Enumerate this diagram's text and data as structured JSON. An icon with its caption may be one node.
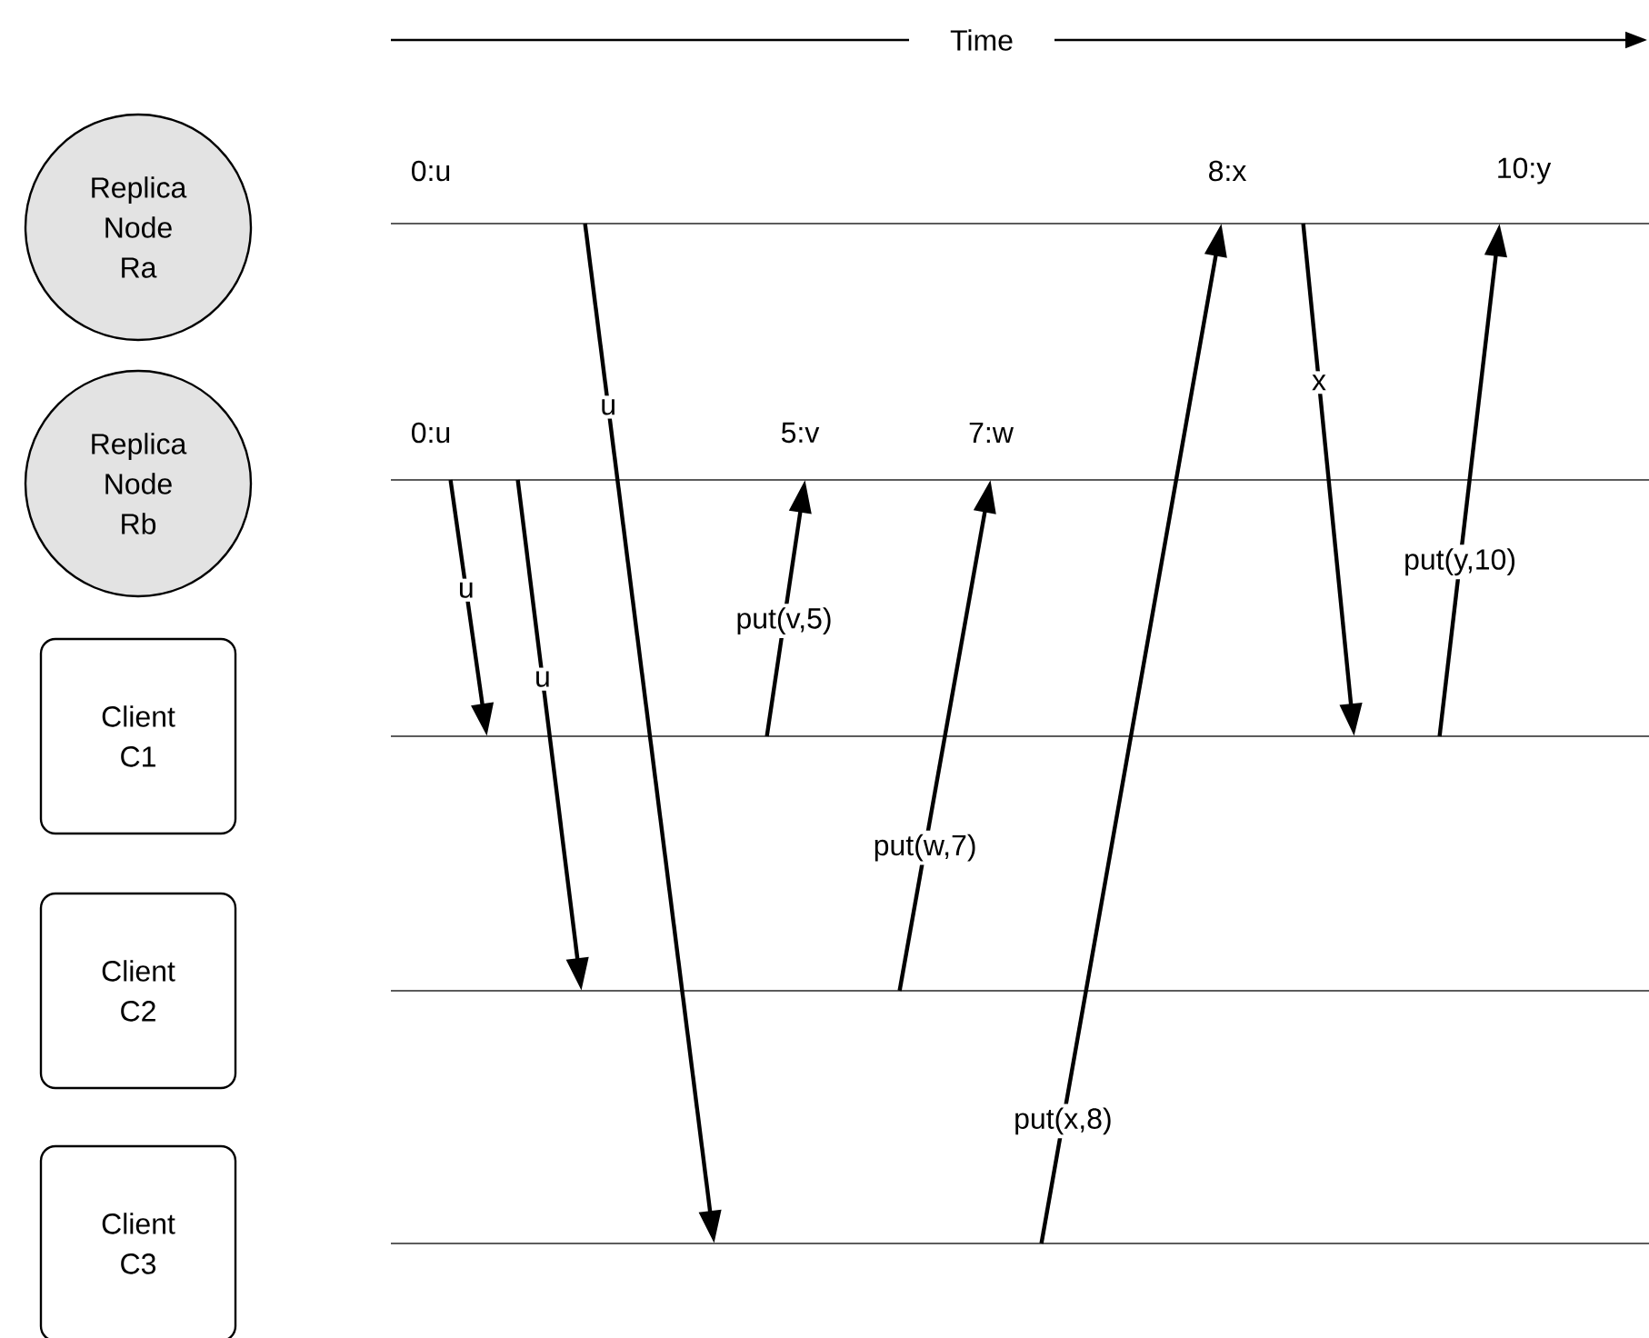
{
  "diagram": {
    "nodes": [
      {
        "text": [
          "Replica Node Ra"
        ]
      },
      {
        "text": [
          "Replica Node Rb"
        ]
      },
      {
        "text": [
          "Client C1"
        ]
      },
      {
        "text": [
          "Client C2"
        ]
      },
      {
        "text": [
          "Client C3"
        ]
      },
      {
        "text": [],
        "shape": "line"
      },
      {
        "text": [],
        "shape": "line"
      },
      {
        "text": [],
        "shape": "line"
      },
      {
        "text": [],
        "shape": "line"
      },
      {
        "text": [],
        "shape": "line"
      }
    ],
    "edges": [
      {
        "from": 5,
        "to": 9,
        "arrow": "to",
        "label": "u"
      },
      {
        "from": 6,
        "to": 7,
        "arrow": "to",
        "label": "u"
      },
      {
        "from": 6,
        "to": 8,
        "arrow": "to",
        "label": "u"
      },
      {
        "from": 7,
        "to": 6,
        "arrow": "to",
        "label": "put(v,5)"
      },
      {
        "from": 8,
        "to": 6,
        "arrow": "to",
        "label": "put(w,7)"
      },
      {
        "from": 9,
        "to": 5,
        "arrow": "to",
        "label": "put(x,8)"
      },
      {
        "from": 5,
        "to": 7,
        "arrow": "to",
        "label": "x"
      },
      {
        "from": 7,
        "to": 5,
        "arrow": "to",
        "label": "put(y,10)"
      }
    ],
    "labels": [
      "Time",
      "0:u",
      "8:x",
      "10:y",
      "0:u",
      "5:v",
      "7:w"
    ]
  }
}
